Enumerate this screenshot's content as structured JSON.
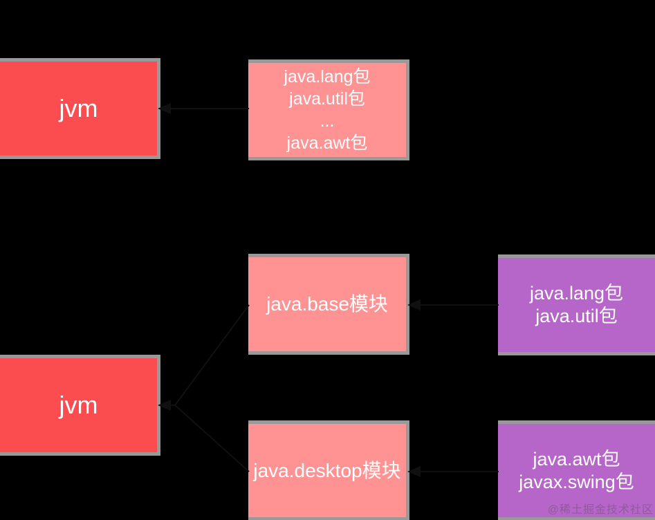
{
  "colors": {
    "background": "#000000",
    "box_border": "#999999",
    "jvm_box": "#fb4d4f",
    "module_box": "#ff9292",
    "package_box": "#b566c8",
    "text": "#ffffff",
    "arrow": "#101010"
  },
  "nodes": {
    "jvm_before": {
      "label": "jvm"
    },
    "packages_before": {
      "lines": [
        "java.lang包",
        "java.util包",
        "...",
        "java.awt包"
      ]
    },
    "module_base": {
      "label": "java.base模块"
    },
    "packages_base": {
      "lines": [
        "java.lang包",
        "java.util包"
      ]
    },
    "jvm_after": {
      "label": "jvm"
    },
    "module_desktop": {
      "label": "java.desktop模块"
    },
    "packages_desktop": {
      "lines": [
        "java.awt包",
        "javax.swing包"
      ]
    }
  },
  "edges": [
    {
      "from": "packages_before",
      "to": "jvm_before"
    },
    {
      "from": "packages_base",
      "to": "module_base"
    },
    {
      "from": "module_base",
      "to": "jvm_after"
    },
    {
      "from": "packages_desktop",
      "to": "module_desktop"
    },
    {
      "from": "module_desktop",
      "to": "jvm_after"
    }
  ],
  "watermark": "@稀土掘金技术社区"
}
